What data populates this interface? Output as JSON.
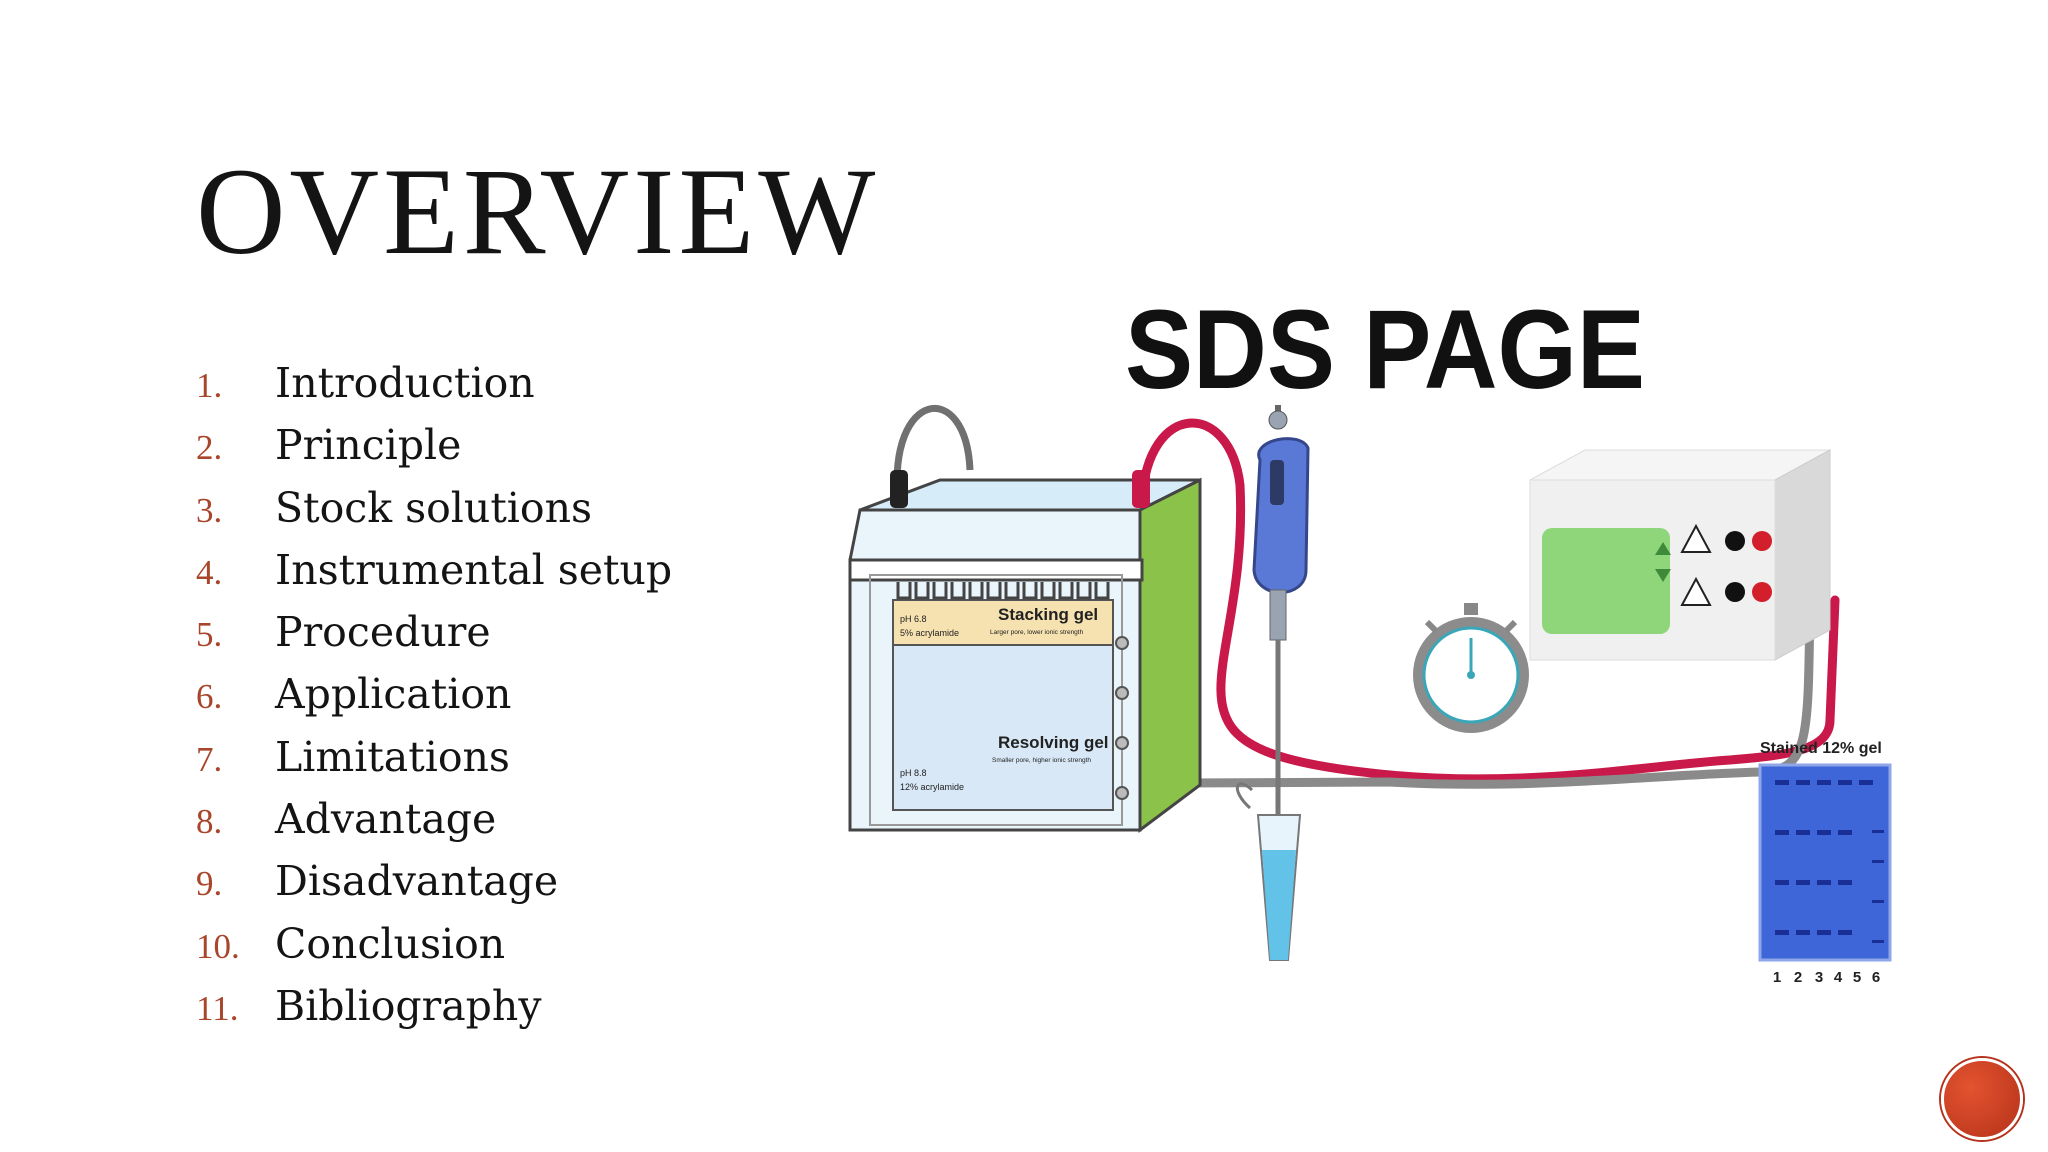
{
  "slide": {
    "title": "OVERVIEW",
    "agenda": [
      {
        "num": "1.",
        "label": "Introduction"
      },
      {
        "num": "2.",
        "label": "Principle"
      },
      {
        "num": "3.",
        "label": "Stock solutions"
      },
      {
        "num": "4.",
        "label": "Instrumental setup"
      },
      {
        "num": "5.",
        "label": "Procedure"
      },
      {
        "num": "6.",
        "label": "Application"
      },
      {
        "num": "7.",
        "label": "Limitations"
      },
      {
        "num": "8.",
        "label": "Advantage"
      },
      {
        "num": "9.",
        "label": "Disadvantage"
      },
      {
        "num": "10.",
        "label": "Conclusion"
      },
      {
        "num": "11.",
        "label": "Bibliography"
      }
    ]
  },
  "illustration": {
    "heading": "SDS PAGE",
    "stacking_gel": {
      "label": "Stacking gel",
      "ph": "pH 6.8",
      "acrylamide": "5% acrylamide",
      "note": "Larger pore, lower ionic strength"
    },
    "resolving_gel": {
      "label": "Resolving gel",
      "ph": "pH 8.8",
      "acrylamide": "12% acrylamide",
      "note": "Smaller pore, higher ionic strength"
    },
    "stained_gel": {
      "label": "Stained 12% gel",
      "lanes": [
        "1",
        "2",
        "3",
        "4",
        "5",
        "6"
      ]
    },
    "icons": [
      "electrophoresis-tank-icon",
      "pipette-icon",
      "stopwatch-icon",
      "power-supply-icon",
      "tube-icon",
      "nav-circle-icon"
    ]
  },
  "colors": {
    "accent": "#a8452a",
    "red_wire": "#c8194a",
    "gel_blue": "#2f5fd6",
    "tank_green": "#8bc34a",
    "display_green": "#8fd67a"
  }
}
